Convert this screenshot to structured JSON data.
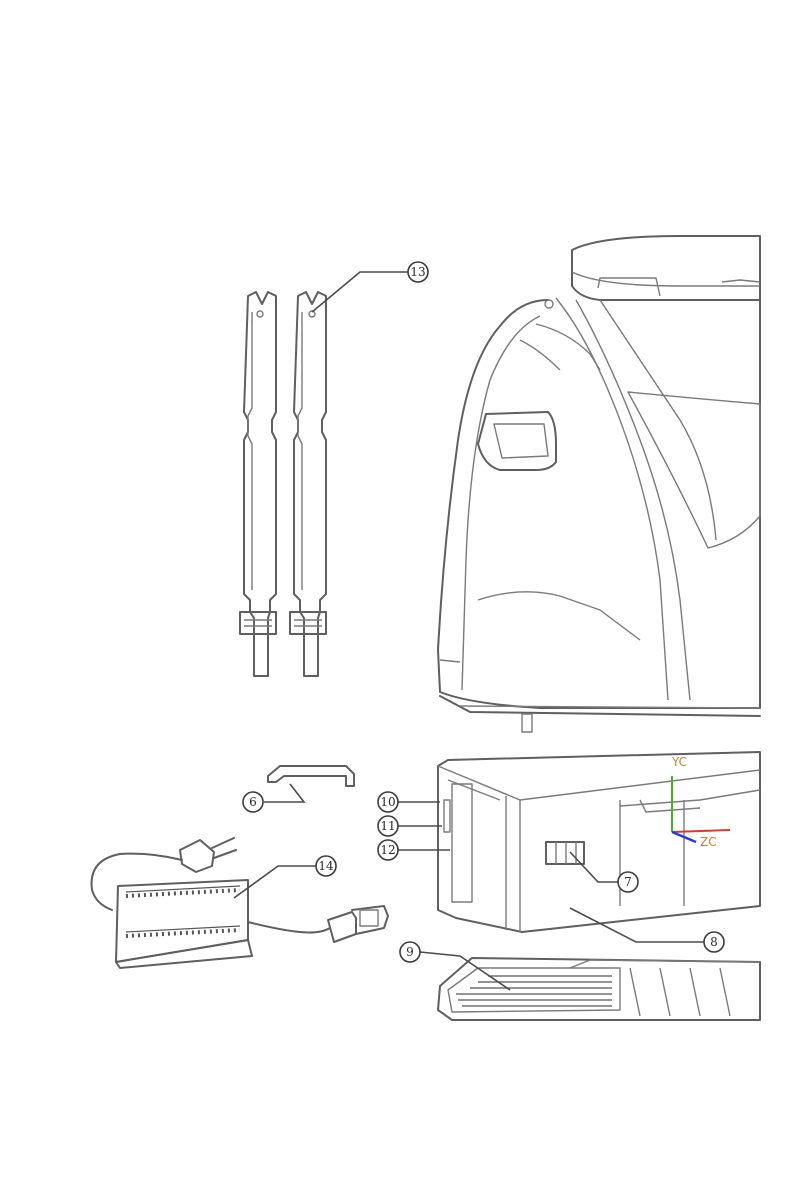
{
  "callouts": {
    "c13": "13",
    "c6": "6",
    "c10": "10",
    "c11": "11",
    "c12": "12",
    "c14": "14",
    "c7": "7",
    "c8": "8",
    "c9": "9"
  },
  "axes": {
    "yc": "YC",
    "zc": "ZC"
  },
  "colors": {
    "line": "#5f5f5f",
    "axis_y": "#4caf2a",
    "axis_y_label": "#c0823a",
    "axis_z": "#d83a2a",
    "axis_z_label": "#c0823a",
    "axis_x": "#2a3ad8"
  }
}
